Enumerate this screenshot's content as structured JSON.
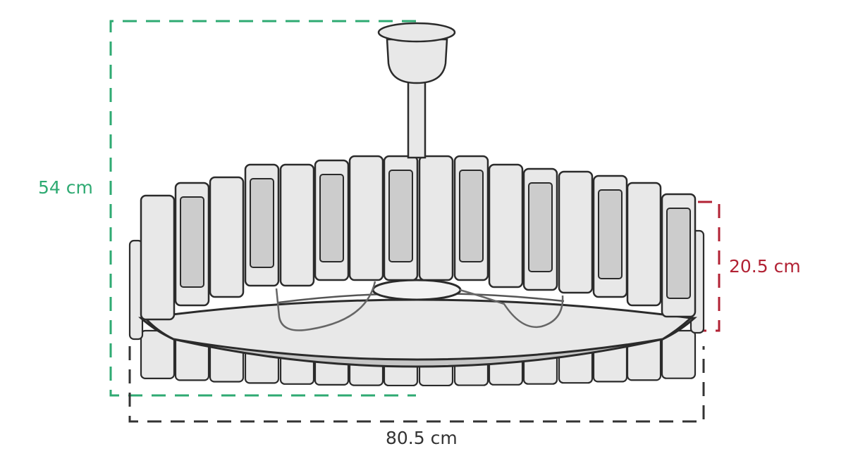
{
  "dimensions": {
    "height": {
      "label": "54 cm",
      "color": "#2eaa72"
    },
    "drum_height": {
      "label": "20.5 cm",
      "color": "#b22234"
    },
    "width": {
      "label": "80.5 cm",
      "color": "#333333"
    }
  },
  "colors": {
    "outline": "#2b2b2b",
    "fill": "#e8e8e8",
    "inner": "#cccccc",
    "dish": "#c6c6c6"
  }
}
